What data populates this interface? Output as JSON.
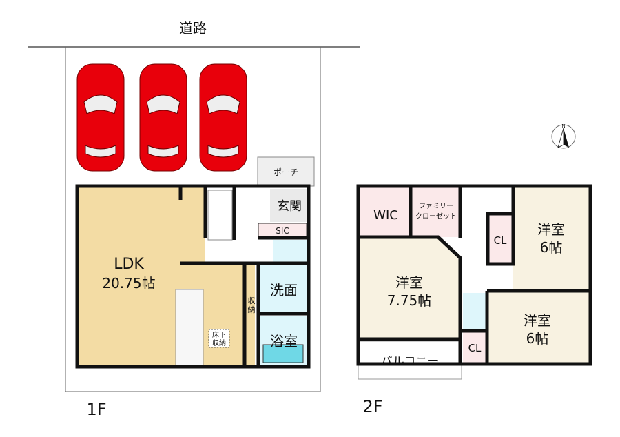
{
  "road_label": "道路",
  "floor1": {
    "label": "1F",
    "rooms": {
      "ldk_name": "LDK",
      "ldk_size": "20.75帖",
      "porch": "ポーチ",
      "entrance": "玄関",
      "sic": "SIC",
      "washroom": "洗面",
      "bathroom": "浴室",
      "storage_1": "収",
      "storage_2": "納",
      "underfloor_1": "床下",
      "underfloor_2": "収納"
    }
  },
  "floor2": {
    "label": "2F",
    "rooms": {
      "wic": "WIC",
      "family_closet_1": "ファミリー",
      "family_closet_2": "クローゼット",
      "room_a_name": "洋室",
      "room_a_size": "7.75帖",
      "room_b_name": "洋室",
      "room_b_size": "6帖",
      "room_c_name": "洋室",
      "room_c_size": "6帖",
      "cl_1": "CL",
      "cl_2": "CL",
      "balcony": "バルコニー"
    }
  },
  "compass": {
    "north": "N"
  },
  "colors": {
    "ldk": "#f3dca4",
    "wet": "#def6fb",
    "pink": "#fbe9ea",
    "room": "#f8f2e1",
    "car": "#e8000b"
  }
}
